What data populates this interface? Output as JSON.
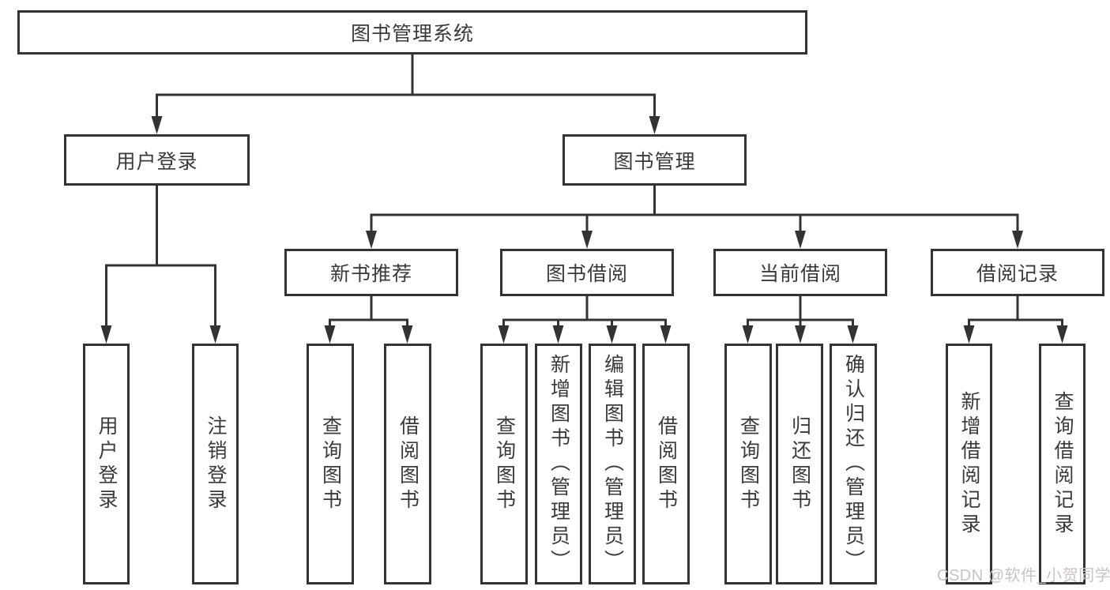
{
  "diagram": {
    "root": "图书管理系统",
    "level2": [
      "用户登录",
      "图书管理"
    ],
    "level3": [
      "新书推荐",
      "图书借阅",
      "当前借阅",
      "借阅记录"
    ],
    "leaves_user_login": [
      "用户登录",
      "注销登录"
    ],
    "leaves_new_books": [
      "查询图书",
      "借阅图书"
    ],
    "leaves_book_borrow": [
      "查询图书",
      "新增图书（管理员）",
      "编辑图书（管理员）",
      "借阅图书"
    ],
    "leaves_current_borrow": [
      "查询图书",
      "归还图书",
      "确认归还（管理员）"
    ],
    "leaves_borrow_records": [
      "新增借阅记录",
      "查询借阅记录"
    ]
  },
  "watermark": "CSDN @软件_小贺同学",
  "colors": {
    "box_border": "#333333",
    "connector_line": "#333333",
    "text": "#3a3a3a",
    "watermark_text": "#c9c3c3",
    "background": "#ffffff"
  }
}
